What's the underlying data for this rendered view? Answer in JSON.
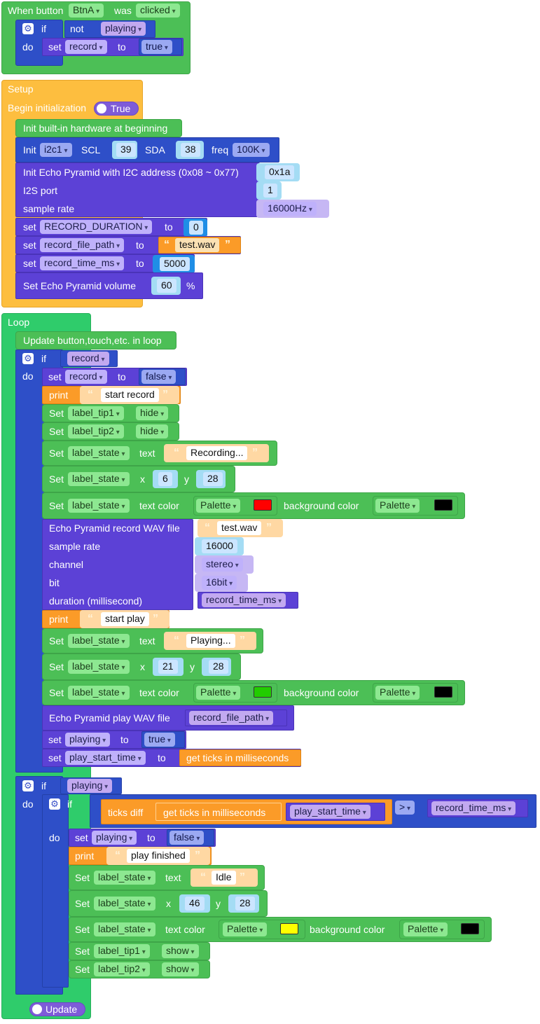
{
  "common": {
    "if": "if",
    "do": "do",
    "not": "not",
    "set_lc": "set",
    "Set": "Set",
    "to": "to",
    "print": "print",
    "text": "text",
    "x": "x",
    "y": "y",
    "text_color": "text color",
    "background_color": "background color",
    "palette": "Palette",
    "sample_rate": "sample rate",
    "true": "true",
    "false": "false",
    "gt": ">",
    "get_ticks_ms": "get ticks in milliseconds"
  },
  "event": {
    "label_when": "When button",
    "button": "BtnA",
    "label_was": "was",
    "action": "clicked",
    "var_playing": "playing",
    "var_record": "record"
  },
  "setup": {
    "title": "Setup",
    "begin_init": "Begin initialization",
    "toggle": "True",
    "init_hw": "Init built-in hardware at beginning",
    "init_i2c": {
      "label": "Init",
      "bus": "i2c1",
      "scl_label": "SCL",
      "scl": "39",
      "sda_label": "SDA",
      "sda": "38",
      "freq_label": "freq",
      "freq": "100K"
    },
    "echo": {
      "label": "Init Echo Pyramid with I2C address (0x08 ~ 0x77)",
      "addr": "0x1a",
      "i2s_label": "I2S port",
      "i2s": "1",
      "rate_label": "sample rate",
      "rate": "16000Hz"
    },
    "var_duration": "RECORD_DURATION",
    "duration_val": "0",
    "var_path": "record_file_path",
    "path_val": "test.wav",
    "var_time": "record_time_ms",
    "time_val": "5000",
    "volume_label": "Set Echo Pyramid volume",
    "volume": "60",
    "volume_unit": "%"
  },
  "loop": {
    "title": "Loop",
    "update": "Update button,touch,etc. in loop",
    "var_record": "record",
    "var_playing": "playing",
    "start_record": "start record",
    "tip1": "label_tip1",
    "tip2": "label_tip2",
    "hide": "hide",
    "show": "show",
    "label_state": "label_state",
    "recording": "Recording...",
    "rec_x": "6",
    "rec_y": "28",
    "rec_color": "#ff0000",
    "bg_color": "#000000",
    "record_wav": {
      "label": "Echo Pyramid record WAV file",
      "file": "test.wav",
      "rate_label": "sample rate",
      "rate": "16000",
      "channel_label": "channel",
      "channel": "stereo",
      "bit_label": "bit",
      "bit": "16bit",
      "duration_label": "duration (millisecond)",
      "duration": "record_time_ms"
    },
    "start_play": "start play",
    "playing_text": "Playing...",
    "play_x": "21",
    "play_y": "28",
    "play_color": "#22cc00",
    "play_wav": "Echo Pyramid play WAV file",
    "play_file": "record_file_path",
    "play_start_time": "play_start_time",
    "ticks_diff": "ticks diff",
    "record_time_ms": "record_time_ms",
    "play_finished": "play finished",
    "idle": "Idle",
    "idle_x": "46",
    "idle_y": "28",
    "idle_color": "#ffff00",
    "update_toggle": "Update"
  }
}
